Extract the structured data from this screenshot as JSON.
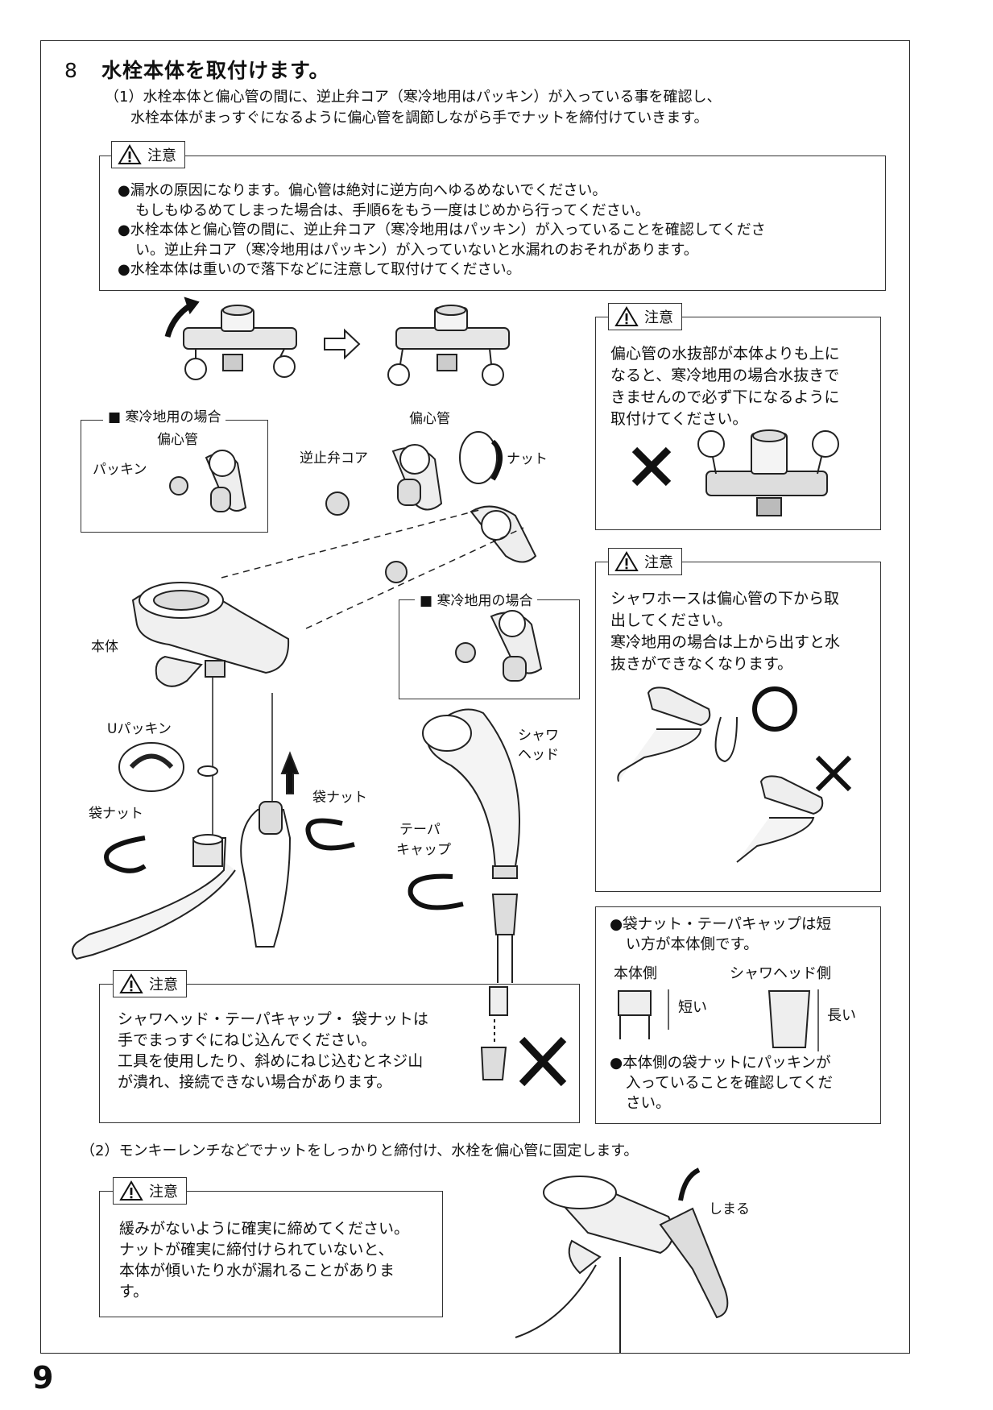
{
  "step": {
    "number": "8",
    "title": "水栓本体を取付けます。"
  },
  "instruction1": {
    "line1": "（1）水栓本体と偏心管の間に、逆止弁コア（寒冷地用はパッキン）が入っている事を確認し、",
    "line2": "水栓本体がまっすぐになるように偏心管を調節しながら手でナットを締付けていきます。"
  },
  "caution_label": "注意",
  "caution_top": {
    "lines": [
      "●漏水の原因になります。偏心管は絶対に逆方向へゆるめないでください。",
      "もしもゆるめてしまった場合は、手順6をもう一度はじめから行ってください。",
      "●水栓本体と偏心管の間に、逆止弁コア（寒冷地用はパッキン）が入っていることを確認してくださ",
      "い。逆止弁コア（寒冷地用はパッキン）が入っていないと水漏れのおそれがあります。",
      "●水栓本体は重いので落下などに注意して取付けてください。"
    ]
  },
  "caution_right1": {
    "lines": [
      "偏心管の水抜部が本体よりも上に",
      "なると、寒冷地用の場合水抜きで",
      "きませんので必ず下になるように",
      "取付けてください。"
    ]
  },
  "caution_right2": {
    "lines": [
      "シャワホースは偏心管の下から取",
      "出してください。",
      "寒冷地用の場合は上から出すと水",
      "抜きができなくなります。"
    ]
  },
  "note_box": {
    "line1": "●袋ナット・テーパキャップは短",
    "line2": "い方が本体側です。",
    "body_side": "本体側",
    "shower_side": "シャワヘッド側",
    "short": "短い",
    "long": "長い",
    "line3": "●本体側の袋ナットにパッキンが",
    "line4": "入っていることを確認してくだ",
    "line5": "さい。"
  },
  "caution_bottom_left": {
    "lines": [
      "シャワヘッド・テーパキャップ・ 袋ナットは",
      "手でまっすぐにねじ込んでください。",
      "工具を使用したり、斜めにねじ込むとネジ山",
      "が潰れ、接続できない場合があります。"
    ]
  },
  "instruction2": "（2）モンキーレンチなどでナットをしっかりと締付け、水栓を偏心管に固定します。",
  "caution_final": {
    "lines": [
      "緩みがないように確実に締めてください。",
      "ナットが確実に締付けられていないと、",
      "本体が傾いたり水が漏れることがありま",
      "す。"
    ]
  },
  "labels": {
    "cold_region1": "■ 寒冷地用の場合",
    "cold_region2": "■ 寒冷地用の場合",
    "eccentric_pipe_small": "偏心管",
    "packing": "パッキン",
    "check_valve_core": "逆止弁コア",
    "eccentric_pipe": "偏心管",
    "nut": "ナット",
    "body": "本体",
    "u_packing": "Uパッキン",
    "bag_nut1": "袋ナット",
    "bag_nut2": "袋ナット",
    "shower_head_1": "シャワ",
    "shower_head_2": "ヘッド",
    "taper_cap_1": "テーパ",
    "taper_cap_2": "キャップ",
    "tighten": "しまる"
  },
  "page_number": "9"
}
